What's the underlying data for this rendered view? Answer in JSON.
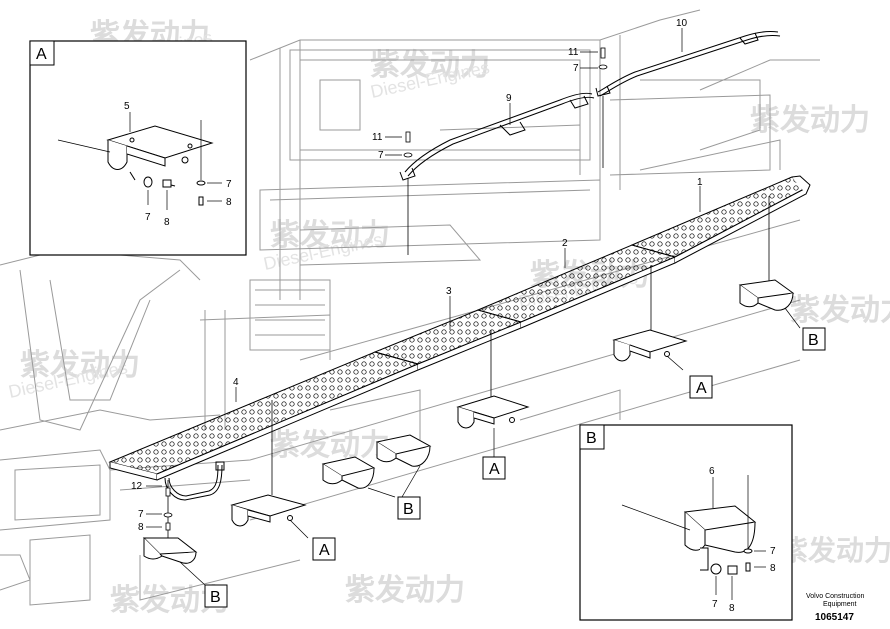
{
  "watermark": {
    "brand": "紫发动力",
    "sub": "Diesel-Engines"
  },
  "callouts": {
    "p1": "1",
    "p2": "2",
    "p3": "3",
    "p4": "4",
    "p5": "5",
    "p6": "6",
    "p7a": "7",
    "p7b": "7",
    "p7c": "7",
    "p7d": "7",
    "p7e": "7",
    "p7f": "7",
    "p7g": "7",
    "p8a": "8",
    "p8b": "8",
    "p8c": "8",
    "p8d": "8",
    "p8e": "8",
    "p9": "9",
    "p10": "10",
    "p11a": "11",
    "p11b": "11",
    "p12": "12"
  },
  "detail_labels": {
    "inset_a": "A",
    "inset_b": "B",
    "ref_a1": "A",
    "ref_a2": "A",
    "ref_a3": "A",
    "ref_b1": "B",
    "ref_b2": "B",
    "ref_b3": "B"
  },
  "footer": {
    "maker_line1": "Volvo Construction",
    "maker_line2": "Equipment",
    "drawing_number": "1065147"
  },
  "colors": {
    "line": "#000000",
    "background_line": "#9a9a9a",
    "watermark": "#d8d8d8"
  }
}
